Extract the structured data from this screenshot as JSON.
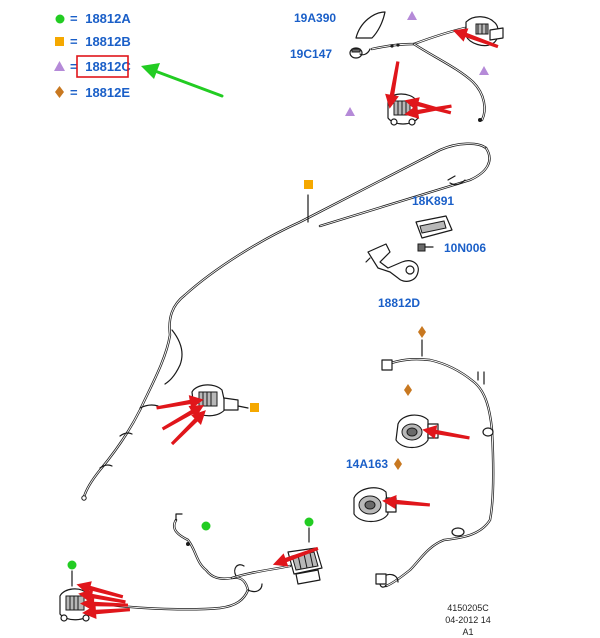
{
  "legend": [
    {
      "symbol": "circle",
      "color": "#22cc22",
      "separator": "=",
      "code": "18812A"
    },
    {
      "symbol": "square",
      "color": "#f5a800",
      "separator": "=",
      "code": "18812B"
    },
    {
      "symbol": "triangle",
      "color": "#b58ad8",
      "separator": "=",
      "code": "18812C"
    },
    {
      "symbol": "diamond",
      "color": "#c87820",
      "separator": "=",
      "code": "18812E"
    }
  ],
  "highlight": {
    "code": "18812C",
    "box_color": "#e0161b",
    "arrow_color": "#22cc22"
  },
  "part_labels": {
    "p19A390": "19A390",
    "p19C147": "19C147",
    "p18K891": "18K891",
    "p10N006": "10N006",
    "p18812D": "18812D",
    "p14A163": "14A163"
  },
  "footer": {
    "code": "4150205C",
    "date": "04-2012 14",
    "rev": "A1"
  },
  "colors": {
    "label_blue": "#1a5fc8",
    "callout_red": "#e0161b",
    "wire_black": "#1a1a1a"
  },
  "icons": [
    "green-circle-icon",
    "orange-square-icon",
    "purple-triangle-icon",
    "brown-diamond-icon",
    "red-callout-arrow-icon"
  ]
}
